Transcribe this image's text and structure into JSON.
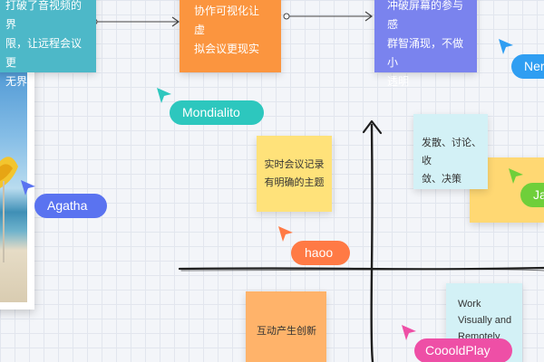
{
  "cards": {
    "teal_top": "打破了音视频的界\n限，让远程会议更\n无界",
    "orange_top": "协作可视化让虚\n拟会议更现实",
    "purple_top": "冲破屏幕的参与感\n群智涌现，不做小\n透明",
    "yellow_center": "实时会议记录\n有明确的主题",
    "cyan_right": "发散、讨论、收\n敛、决策",
    "orange_bottom": "互动产生创新",
    "cyan_bottom": "Work\nVisually and\nRemotely"
  },
  "users": {
    "mondialito": "Mondialito",
    "agatha": "Agatha",
    "haoo": "haoo",
    "ner": "Ner",
    "ja": "Ja",
    "cooold": "CoooldPlay"
  },
  "colors": {
    "teal": "#4db8c8",
    "orange": "#fb953f",
    "purple": "#7a83ee",
    "yellow": "#ffe27a",
    "light_cyan": "#d3f1f6",
    "peach": "#ffb36a",
    "cursor_teal": "#2dc7be",
    "cursor_blue": "#5a73f0",
    "cursor_orange": "#ff7a45",
    "cursor_green": "#6fcf3a",
    "cursor_pink": "#ee4fa6",
    "cursor_sky": "#2f9ef2"
  }
}
